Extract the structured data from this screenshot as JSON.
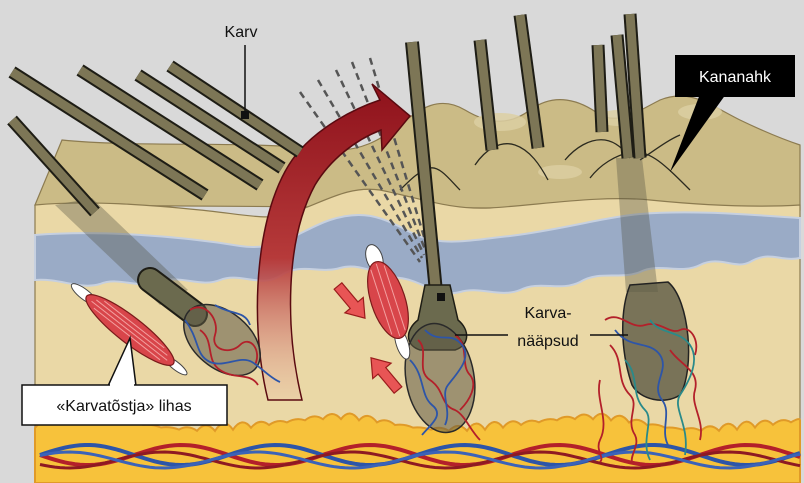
{
  "diagram": {
    "labels": {
      "hair": "Karv",
      "goosebumps": "Kananahk",
      "follicles_line1": "Karva-",
      "follicles_line2": "nääpsud",
      "muscle": "«Karvatõstja» lihas"
    }
  },
  "colors": {
    "background": "#d9d9d9",
    "skin_top": "#cbbb86",
    "skin_front": "#ead8a6",
    "dermis_band": "#9aabc6",
    "fat": "#f7c23b",
    "hair": "#7d7656",
    "muscle": "#d8454a",
    "arrow": "#9b1520",
    "artery": "#b3202a",
    "vein": "#2d55a8"
  }
}
